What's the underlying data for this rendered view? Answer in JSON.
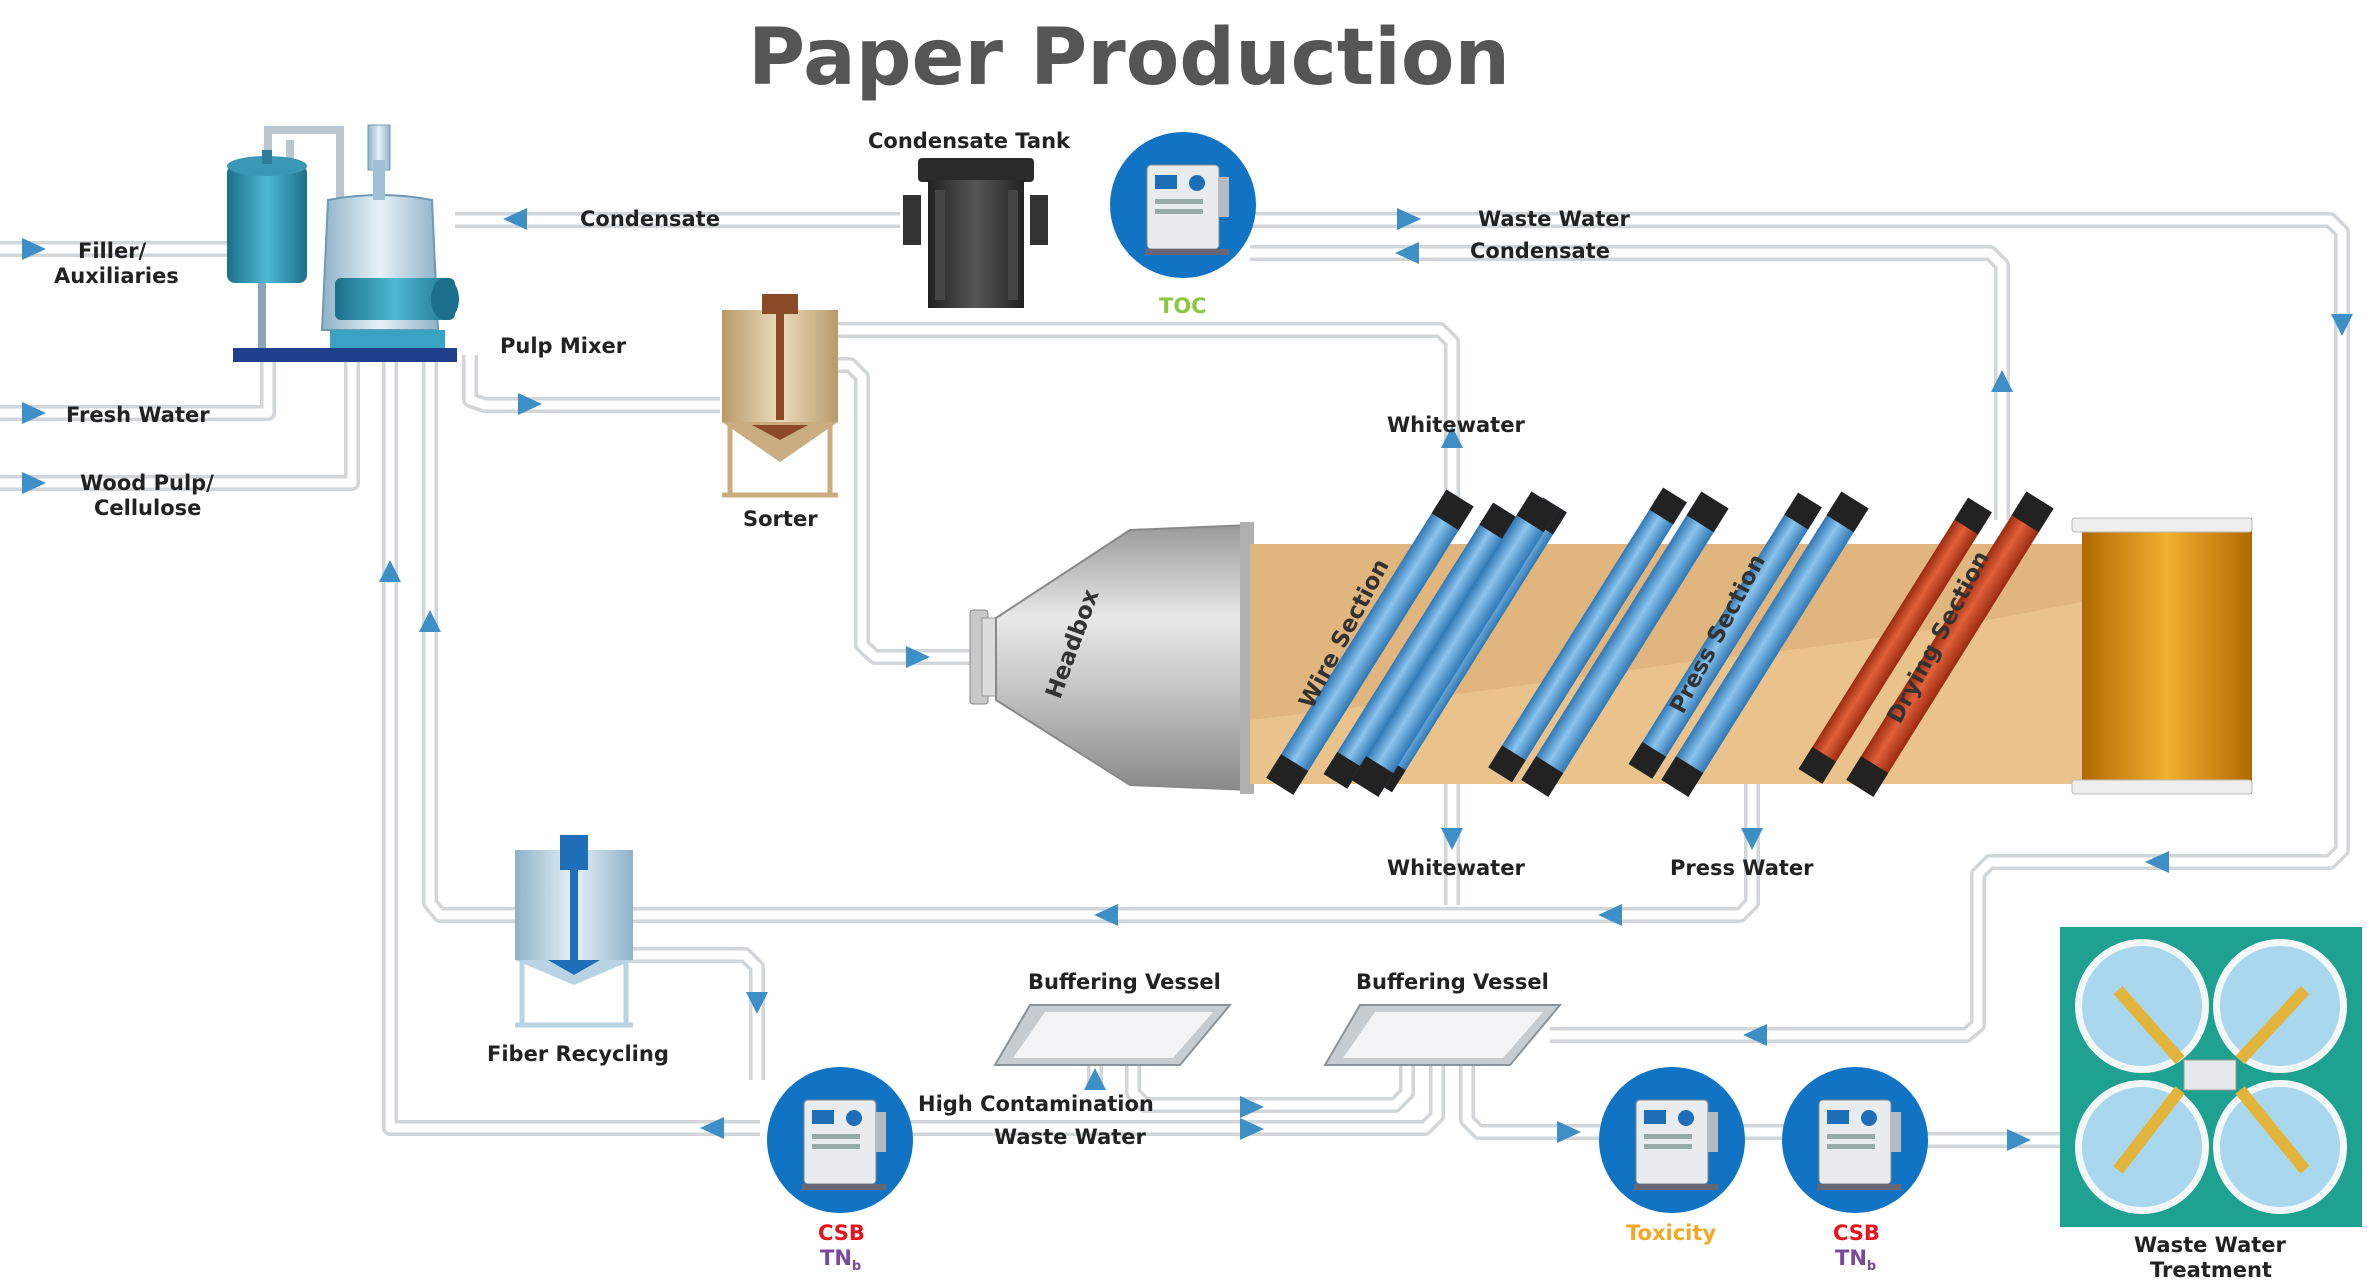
{
  "title": "Paper Production",
  "inputs": {
    "filler_line1": "Filler/",
    "filler_line2": "Auxiliaries",
    "fresh_water": "Fresh Water",
    "wood_pulp_line1": "Wood Pulp/",
    "wood_pulp_line2": "Cellulose"
  },
  "equipment": {
    "pulp_mixer": "Pulp Mixer",
    "condensate_tank": "Condensate Tank",
    "sorter": "Sorter",
    "headbox": "Headbox",
    "wire_section": "Wire Section",
    "press_section": "Press Section",
    "drying_section": "Drying Section",
    "fiber_recycling": "Fiber Recycling",
    "buffering_vessel_1": "Buffering Vessel",
    "buffering_vessel_2": "Buffering Vessel",
    "waste_water_treatment_line1": "Waste Water",
    "waste_water_treatment_line2": "Treatment"
  },
  "flows": {
    "condensate_left": "Condensate",
    "waste_water_top": "Waste Water",
    "condensate_right": "Condensate",
    "whitewater_top": "Whitewater",
    "whitewater_bottom": "Whitewater",
    "press_water": "Press Water",
    "high_contamination": "High Contamination",
    "waste_water_bottom": "Waste Water"
  },
  "analyzers": {
    "toc": "TOC",
    "csb_1": "CSB",
    "tnb_1": "TN",
    "tnb_1_sub": "b",
    "toxicity": "Toxicity",
    "csb_2": "CSB",
    "tnb_2": "TN",
    "tnb_2_sub": "b"
  },
  "colors": {
    "toc": "#8dc63f",
    "csb": "#e8141c",
    "tnb": "#7a4b9c",
    "toxicity": "#f5a623",
    "arrow": "#3d8fc6",
    "analyzer_circle": "#1173c3"
  }
}
